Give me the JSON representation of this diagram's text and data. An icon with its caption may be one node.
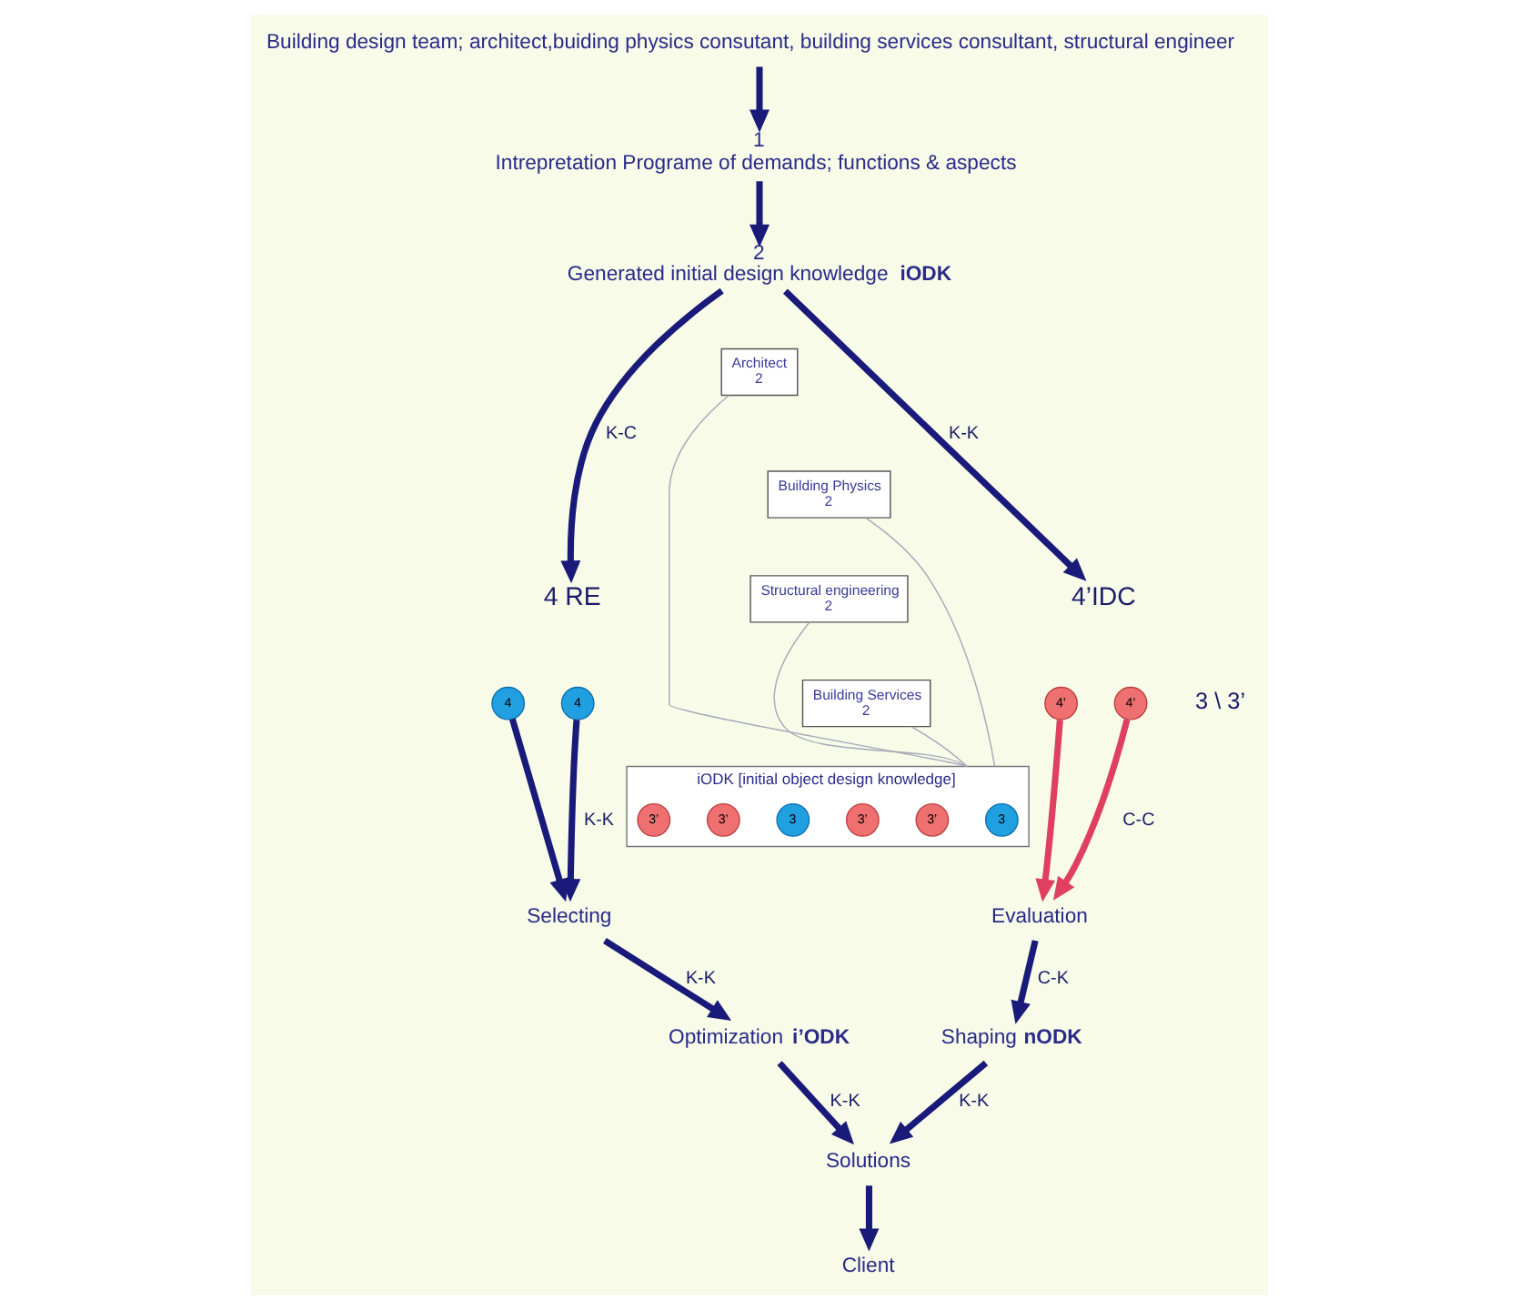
{
  "diagram": {
    "nodes": [
      {
        "text": [
          "Building design team; architect,buiding physics consutant, building services consultant, structural engineer"
        ]
      },
      {
        "text": [
          "1",
          "Intrepretation Programe of demands; functions & aspects"
        ]
      },
      {
        "text": [
          "2",
          "Generated initial design knowledge **iODK**"
        ]
      },
      {
        "text": [
          "4 RE"
        ]
      },
      {
        "text": [
          "4’IDC"
        ]
      },
      {
        "text": [
          "iODK [initial object design knowledge]"
        ]
      },
      {
        "text": [
          "Architect",
          "2"
        ]
      },
      {
        "text": [
          "Building Physics",
          "2"
        ]
      },
      {
        "text": [
          "Structural engineering",
          "2"
        ]
      },
      {
        "text": [
          "Building Services",
          "2"
        ]
      },
      {
        "text": [
          "4"
        ]
      },
      {
        "text": [
          "4"
        ]
      },
      {
        "text": [
          "4’"
        ]
      },
      {
        "text": [
          "4’"
        ]
      },
      {
        "text": [
          "3"
        ],
        "in": 5
      },
      {
        "text": [
          "3’"
        ],
        "in": 5
      },
      {
        "text": [
          "3’"
        ],
        "in": 5
      },
      {
        "text": [
          "3"
        ],
        "in": 5
      },
      {
        "text": [
          "3’"
        ],
        "in": 5
      },
      {
        "text": [
          "3’"
        ],
        "in": 5
      },
      {
        "text": [
          "Evaluation"
        ]
      },
      {
        "text": [
          "Selecting"
        ]
      },
      {
        "text": [
          "Shaping **nODK**"
        ]
      },
      {
        "text": [
          "Optimization **i’ODK**"
        ]
      },
      {
        "text": [
          "Solutions"
        ]
      },
      {
        "text": [
          "Client"
        ]
      }
    ],
    "edges": [
      {
        "from": 0,
        "to": 1,
        "arrow": "to"
      },
      {
        "from": 1,
        "to": 2,
        "arrow": "to"
      },
      {
        "from": 2,
        "to": 3,
        "arrow": "to",
        "label": "K-C"
      },
      {
        "from": 2,
        "to": 4,
        "arrow": "to",
        "label": "K-K"
      },
      {
        "from": 6,
        "to": 5,
        "arrow": "none",
        "color": "#a8a8b8"
      },
      {
        "from": 7,
        "to": 5,
        "arrow": "none",
        "color": "#a8a8b8"
      },
      {
        "from": 8,
        "to": 5,
        "arrow": "none",
        "color": "#a8a8b8"
      },
      {
        "from": 9,
        "to": 5,
        "arrow": "none",
        "color": "#a8a8b8"
      },
      {
        "from": 10,
        "to": 21,
        "arrow": "to"
      },
      {
        "from": 11,
        "to": 21,
        "arrow": "to",
        "label": "K-K"
      },
      {
        "from": 12,
        "to": 20,
        "arrow": "to",
        "color": "#e04060"
      },
      {
        "from": 13,
        "to": 20,
        "arrow": "to",
        "label": "C-C",
        "color": "#e04060"
      },
      {
        "from": 20,
        "to": 22,
        "arrow": "to",
        "label": "C-K"
      },
      {
        "from": 21,
        "to": 23,
        "arrow": "to",
        "label": "K-K"
      },
      {
        "from": 22,
        "to": 24,
        "arrow": "to",
        "label": "K-K"
      },
      {
        "from": 23,
        "to": 24,
        "arrow": "to",
        "label": "K-K"
      },
      {
        "from": 24,
        "to": 25,
        "arrow": "to"
      }
    ],
    "labels": [
      "3 \\ 3’"
    ]
  }
}
